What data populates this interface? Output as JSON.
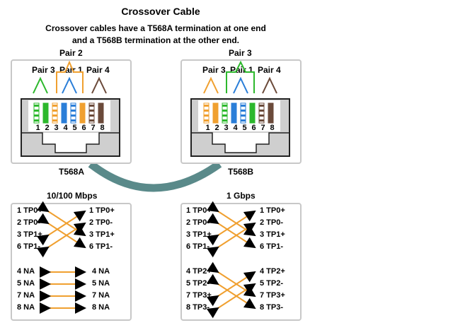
{
  "title": "Crossover Cable",
  "subtitle_line1": "Crossover cables have a T568A termination at one end",
  "subtitle_line2": "and a T568B termination at the other end.",
  "left_connector": {
    "name": "T568A",
    "top_pair_label": "Pair 2",
    "pair_labels": [
      "Pair 3",
      "Pair 1",
      "Pair 4"
    ],
    "pins": [
      "1",
      "2",
      "3",
      "4",
      "5",
      "6",
      "7",
      "8"
    ],
    "wire_colors": [
      "#2db82d",
      "#2db82d",
      "#f0a030",
      "#2a7ed8",
      "#2a7ed8",
      "#f0a030",
      "#6b4a3a",
      "#6b4a3a"
    ],
    "wire_striped": [
      true,
      false,
      true,
      false,
      true,
      false,
      true,
      false
    ]
  },
  "right_connector": {
    "name": "T568B",
    "top_pair_label": "Pair 3",
    "pair_labels": [
      "Pair 3",
      "Pair 1",
      "Pair 4"
    ],
    "pins": [
      "1",
      "2",
      "3",
      "4",
      "5",
      "6",
      "7",
      "8"
    ],
    "wire_colors": [
      "#f0a030",
      "#f0a030",
      "#2db82d",
      "#2a7ed8",
      "#2a7ed8",
      "#2db82d",
      "#6b4a3a",
      "#6b4a3a"
    ],
    "wire_striped": [
      true,
      false,
      true,
      false,
      true,
      false,
      true,
      false
    ]
  },
  "colors": {
    "green": "#2db82d",
    "orange": "#f0a030",
    "blue": "#2a7ed8",
    "brown": "#6b4a3a",
    "cable": "#5a8a8a",
    "panel_border": "#c8c8c8",
    "jack_fill": "#cfcfcf"
  },
  "left_table": {
    "title": "10/100 Mbps",
    "left_rows": [
      {
        "pin": "1",
        "name": " TP0+"
      },
      {
        "pin": "2",
        "name": " TP0-"
      },
      {
        "pin": "3",
        "name": " TP1+"
      },
      {
        "pin": "6",
        "name": " TP1-"
      }
    ],
    "right_rows": [
      {
        "pin": "1",
        "name": " TP0+"
      },
      {
        "pin": "2",
        "name": " TP0-"
      },
      {
        "pin": "3",
        "name": " TP1+"
      },
      {
        "pin": "6",
        "name": " TP1-"
      }
    ],
    "left_na": [
      "4 NA",
      "5 NA",
      "7 NA",
      "8 NA"
    ],
    "right_na": [
      "4 NA",
      "5 NA",
      "7 NA",
      "8 NA"
    ]
  },
  "right_table": {
    "title": "1 Gbps",
    "left_rows": [
      {
        "pin": "1",
        "name": " TP0+"
      },
      {
        "pin": "2",
        "name": " TP0-"
      },
      {
        "pin": "3",
        "name": " TP1+"
      },
      {
        "pin": "6",
        "name": " TP1-"
      },
      {
        "pin": "4",
        "name": " TP2+"
      },
      {
        "pin": "5",
        "name": " TP2-"
      },
      {
        "pin": "7",
        "name": " TP3+"
      },
      {
        "pin": "8",
        "name": " TP3-"
      }
    ],
    "right_rows": [
      {
        "pin": "1",
        "name": " TP0+"
      },
      {
        "pin": "2",
        "name": " TP0-"
      },
      {
        "pin": "3",
        "name": " TP1+"
      },
      {
        "pin": "6",
        "name": " TP1-"
      },
      {
        "pin": "4",
        "name": " TP2+"
      },
      {
        "pin": "5",
        "name": " TP2-"
      },
      {
        "pin": "7",
        "name": " TP3+"
      },
      {
        "pin": "8",
        "name": " TP3-"
      }
    ]
  }
}
